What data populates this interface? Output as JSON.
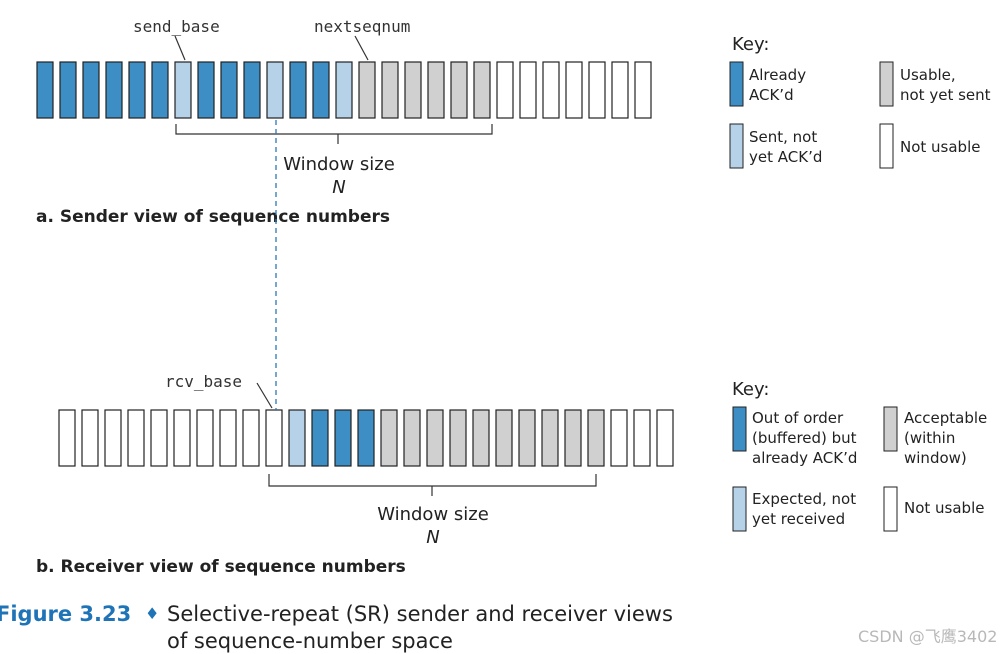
{
  "colors": {
    "acked": "#3d8ec4",
    "sent_not_acked": "#b5d2e9",
    "usable": "#d0d0d0",
    "not_usable": "#ffffff",
    "stroke": "#222222",
    "dashed_line": "#2a7ab8",
    "caption_accent": "#1f74b8"
  },
  "sender": {
    "send_base_label": "send_base",
    "nextseqnum_label": "nextseqnum",
    "cells": [
      "acked",
      "acked",
      "acked",
      "acked",
      "acked",
      "acked",
      "sent",
      "acked",
      "acked",
      "acked",
      "sent",
      "acked",
      "acked",
      "sent",
      "usable",
      "usable",
      "usable",
      "usable",
      "usable",
      "usable",
      "not",
      "not",
      "not",
      "not",
      "not",
      "not",
      "not"
    ],
    "window_label": "Window size",
    "window_n": "N",
    "caption": "a. Sender view of sequence numbers"
  },
  "sender_key": {
    "title": "Key:",
    "items": [
      {
        "label_line1": "Already",
        "label_line2": "ACK’d",
        "color": "acked"
      },
      {
        "label_line1": "Usable,",
        "label_line2": "not yet sent",
        "color": "usable"
      },
      {
        "label_line1": "Sent, not",
        "label_line2": "yet ACK’d",
        "color": "sent_not_acked"
      },
      {
        "label_line1": "Not usable",
        "label_line2": "",
        "color": "not_usable"
      }
    ]
  },
  "receiver": {
    "rcv_base_label": "rcv_base",
    "cells": [
      "not",
      "not",
      "not",
      "not",
      "not",
      "not",
      "not",
      "not",
      "not",
      "not",
      "expected",
      "acked",
      "acked",
      "acked",
      "usable",
      "usable",
      "usable",
      "usable",
      "usable",
      "usable",
      "usable",
      "usable",
      "usable",
      "usable",
      "not",
      "not",
      "not"
    ],
    "window_label": "Window size",
    "window_n": "N",
    "caption": "b. Receiver view of sequence numbers"
  },
  "receiver_key": {
    "title": "Key:",
    "items": [
      {
        "label_line1": "Out of order",
        "label_line2": "(buffered) but",
        "label_line3": "already ACK’d",
        "color": "acked"
      },
      {
        "label_line1": "Acceptable",
        "label_line2": "(within",
        "label_line3": "window)",
        "color": "usable"
      },
      {
        "label_line1": "Expected, not",
        "label_line2": "yet received",
        "label_line3": "",
        "color": "sent_not_acked"
      },
      {
        "label_line1": "Not usable",
        "label_line2": "",
        "label_line3": "",
        "color": "not_usable"
      }
    ]
  },
  "figure": {
    "number": "Figure 3.23",
    "diamond": "♦",
    "caption_line1": "Selective-repeat (SR) sender and receiver views",
    "caption_line2": "of sequence-number space"
  },
  "watermark": "CSDN @飞鹰3402"
}
